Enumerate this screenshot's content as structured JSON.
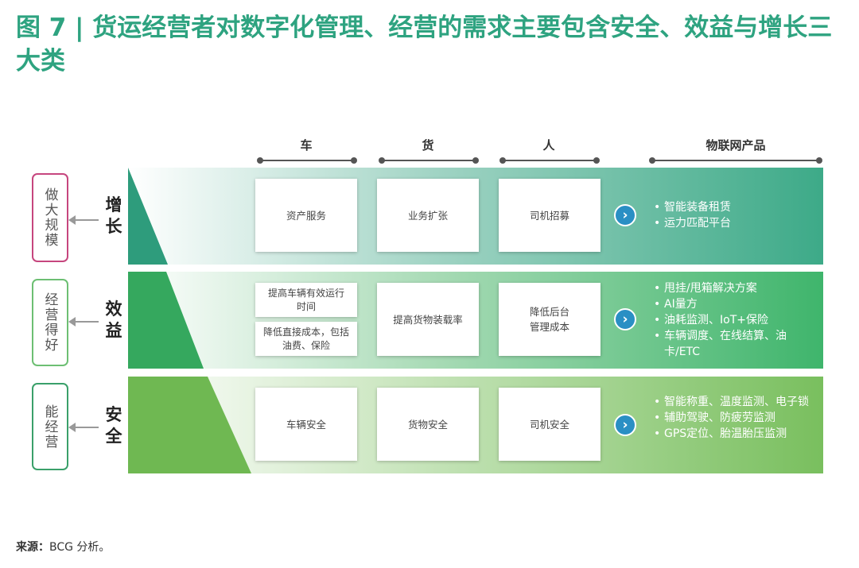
{
  "title": "图 7 | 货运经营者对数字化管理、经营的需求主要包含安全、效益与增长三大类",
  "columns": [
    "车",
    "货",
    "人",
    "物联网产品"
  ],
  "rows": [
    {
      "side": "做大规模",
      "label": "增长",
      "cards": [
        [
          "资产服务"
        ],
        [
          "业务扩张"
        ],
        [
          "司机招募"
        ]
      ],
      "items": [
        "智能装备租赁",
        "运力匹配平台"
      ],
      "color": "#3daa88"
    },
    {
      "side": "经营得好",
      "label": "效益",
      "cards": [
        [
          "提高车辆有效运行时间",
          "降低直接成本，包括油费、保险"
        ],
        [
          "提高货物装载率"
        ],
        [
          "降低后台管理成本"
        ]
      ],
      "items": [
        "甩挂/甩箱解决方案",
        "AI量方",
        "油耗监测、IoT+保险",
        "车辆调度、在线结算、油卡/ETC"
      ],
      "color": "#3fb56c"
    },
    {
      "side": "能经营",
      "label": "安全",
      "cards": [
        [
          "车辆安全"
        ],
        [
          "货物安全"
        ],
        [
          "司机安全"
        ]
      ],
      "items": [
        "智能称重、温度监测、电子锁",
        "辅助驾驶、防疲劳监测",
        "GPS定位、胎温胎压监测"
      ],
      "color": "#79bf5e"
    }
  ],
  "side_colors": [
    "#c6467e",
    "#6dbf73",
    "#3aa06a"
  ],
  "source": {
    "label": "来源：",
    "text": "BCG 分析。"
  }
}
